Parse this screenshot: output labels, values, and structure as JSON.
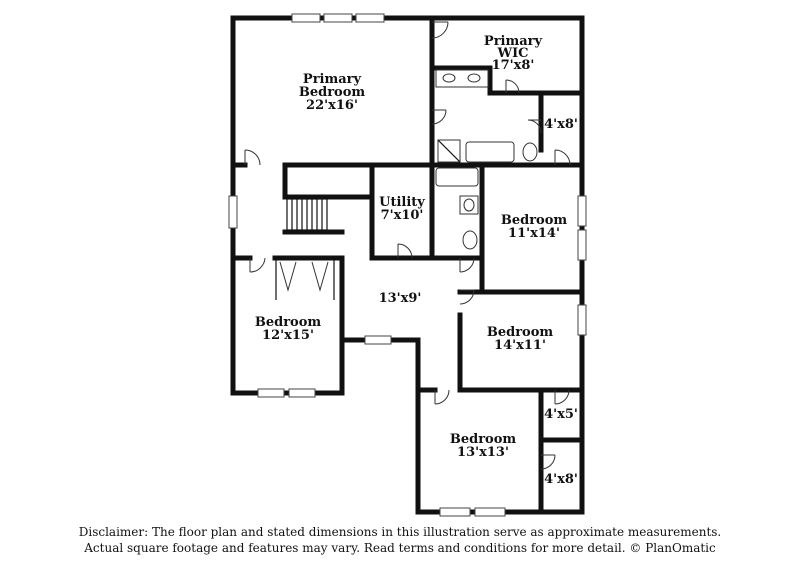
{
  "rooms": {
    "primary_bedroom": {
      "name_line1": "Primary",
      "name_line2": "Bedroom",
      "dims": "22'x16'"
    },
    "primary_wic": {
      "name_line1": "Primary",
      "name_line2": "WIC",
      "dims": "17'x8'"
    },
    "closet_4x8_top": {
      "dims": "4'x8'"
    },
    "utility": {
      "name": "Utility",
      "dims": "7'x10'"
    },
    "bedroom_11x14": {
      "name": "Bedroom",
      "dims": "11'x14'"
    },
    "hall_13x9": {
      "dims": "13'x9'"
    },
    "bedroom_12x15": {
      "name": "Bedroom",
      "dims": "12'x15'"
    },
    "bedroom_14x11": {
      "name": "Bedroom",
      "dims": "14'x11'"
    },
    "closet_4x5": {
      "dims": "4'x5'"
    },
    "bedroom_13x13": {
      "name": "Bedroom",
      "dims": "13'x13'"
    },
    "closet_4x8_bottom": {
      "dims": "4'x8'"
    }
  },
  "disclaimer": {
    "line1": "Disclaimer: The floor plan and stated dimensions in this illustration serve as approximate measurements.",
    "line2": "Actual square footage and features may vary. Read terms and conditions for more detail. © PlanOmatic"
  }
}
